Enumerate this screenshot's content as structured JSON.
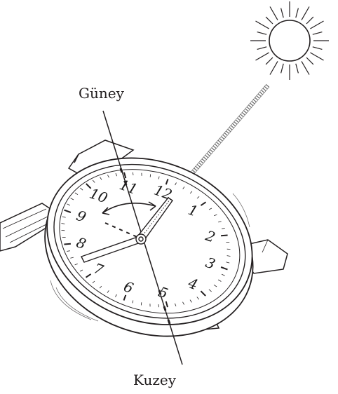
{
  "labels": {
    "south": "Güney",
    "north": "Kuzey"
  },
  "dial_numbers": [
    "12",
    "1",
    "2",
    "3",
    "4",
    "5",
    "6",
    "7",
    "8",
    "9",
    "10",
    "11"
  ],
  "colors": {
    "ink": "#231f20",
    "background": "#ffffff"
  },
  "icons": {
    "sun": "sun-icon",
    "watch": "wristwatch-icon"
  }
}
